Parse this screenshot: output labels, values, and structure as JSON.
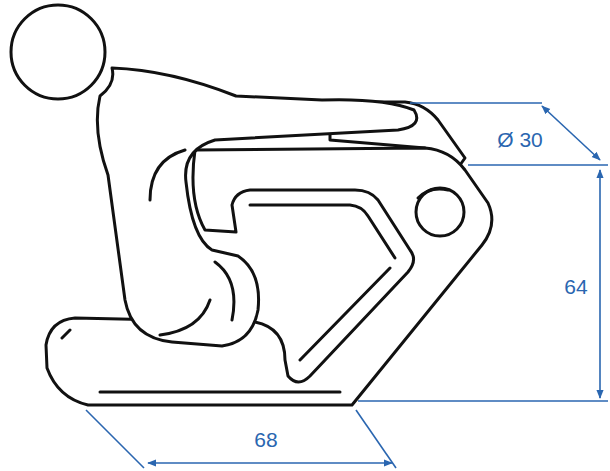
{
  "diagram": {
    "labels": [
      "Ø 30",
      "64",
      "68"
    ]
  }
}
